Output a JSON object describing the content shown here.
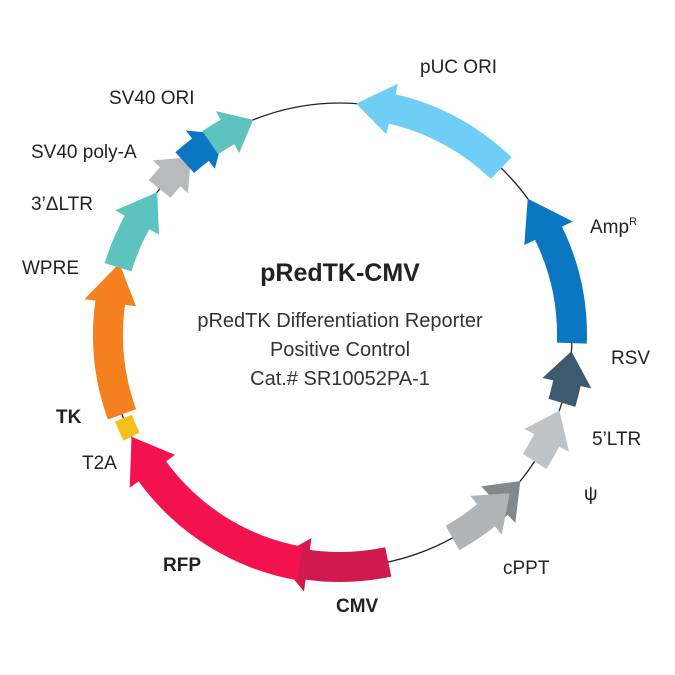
{
  "plasmid": {
    "name": "pRedTK-CMV",
    "description_line1": "pRedTK Differentiation Reporter",
    "description_line2": "Positive Control",
    "catalog": "Cat.# SR10052PA-1"
  },
  "features": [
    {
      "id": "puc-ori",
      "label": "pUC ORI",
      "color": "#6fcef5"
    },
    {
      "id": "ampr",
      "label": "Amp",
      "sup": "R",
      "color": "#0b77c2"
    },
    {
      "id": "rsv",
      "label": "RSV",
      "color": "#3d5a6e"
    },
    {
      "id": "5ltr",
      "label": "5’LTR",
      "color": "#bfc3c6"
    },
    {
      "id": "psi",
      "label": "ψ",
      "color": "#85888b"
    },
    {
      "id": "cppt",
      "label": "cPPT",
      "color": "#b1b4b7"
    },
    {
      "id": "cmv",
      "label": "CMV",
      "color": "#d01a4d",
      "bold": true
    },
    {
      "id": "rfp",
      "label": "RFP",
      "color": "#f2124e",
      "bold": true
    },
    {
      "id": "t2a",
      "label": "T2A",
      "color": "#f5bf1c"
    },
    {
      "id": "tk",
      "label": "TK",
      "color": "#f5801f",
      "bold": true
    },
    {
      "id": "wpre",
      "label": "WPRE",
      "color": "#5cc3bf"
    },
    {
      "id": "3ltr",
      "label": "3’ΔLTR",
      "color": "#b7b9bb"
    },
    {
      "id": "sv40-polya",
      "label": "SV40 poly-A",
      "color": "#0b77c2"
    },
    {
      "id": "sv40-ori",
      "label": "SV40 ORI",
      "color": "#5cc3bf"
    }
  ]
}
